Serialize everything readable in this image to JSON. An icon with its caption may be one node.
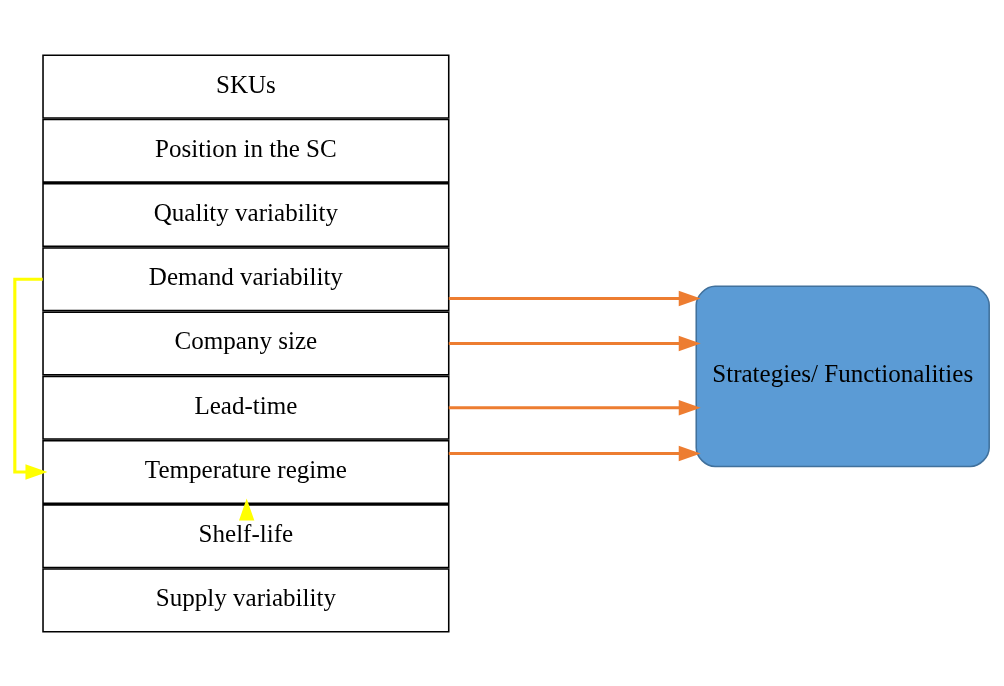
{
  "diagram": {
    "nodes": [
      {
        "text": [
          "Supply variability"
        ]
      },
      {
        "text": [
          "Demand variability"
        ]
      },
      {
        "text": [
          "Quality variability"
        ]
      },
      {
        "text": [
          "Position in the SC"
        ]
      },
      {
        "text": [
          "Company size"
        ]
      },
      {
        "text": [
          "SKUs"
        ]
      },
      {
        "text": [
          "Lead-time"
        ]
      },
      {
        "text": [
          "Shelf-life"
        ]
      },
      {
        "text": [
          "Temperature regime"
        ]
      },
      {
        "text": [
          "Strategies/ Functionalities"
        ]
      }
    ],
    "edges": [
      {
        "from": 1,
        "to": 9,
        "arrow": "to"
      },
      {
        "from": 4,
        "to": 9,
        "arrow": "to"
      },
      {
        "from": 6,
        "to": 9,
        "arrow": "to"
      },
      {
        "from": 8,
        "to": 9,
        "arrow": "to"
      },
      {
        "from": 1,
        "to": 8,
        "arrow": "to",
        "color": "#ffff00"
      },
      {
        "from": 7,
        "to": 8,
        "arrow": "to",
        "color": "#ffff00"
      }
    ]
  }
}
